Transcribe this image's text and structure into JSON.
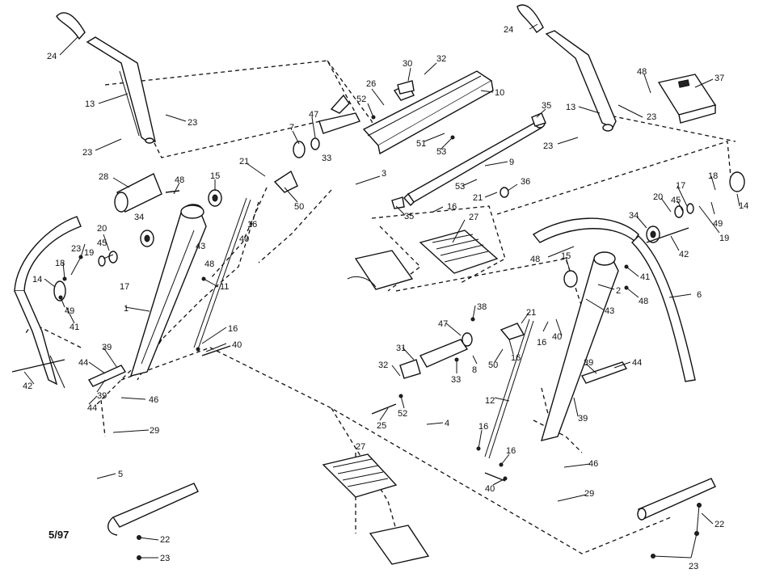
{
  "drawing": {
    "date_code": "5/97",
    "callouts": [
      {
        "id": "c1",
        "text": "24"
      },
      {
        "id": "c2",
        "text": "13"
      },
      {
        "id": "c3",
        "text": "23"
      },
      {
        "id": "c4",
        "text": "23"
      },
      {
        "id": "c5",
        "text": "28"
      },
      {
        "id": "c6",
        "text": "48"
      },
      {
        "id": "c7",
        "text": "15"
      },
      {
        "id": "c8",
        "text": "34"
      },
      {
        "id": "c9",
        "text": "21"
      },
      {
        "id": "c10",
        "text": "16"
      },
      {
        "id": "c11",
        "text": "40"
      },
      {
        "id": "c12",
        "text": "43"
      },
      {
        "id": "c13",
        "text": "48"
      },
      {
        "id": "c14",
        "text": "7"
      },
      {
        "id": "c15",
        "text": "47"
      },
      {
        "id": "c16",
        "text": "33"
      },
      {
        "id": "c17",
        "text": "50"
      },
      {
        "id": "c18",
        "text": "30"
      },
      {
        "id": "c19",
        "text": "32"
      },
      {
        "id": "c20",
        "text": "26"
      },
      {
        "id": "c21",
        "text": "52"
      },
      {
        "id": "c22",
        "text": "10"
      },
      {
        "id": "c23",
        "text": "51"
      },
      {
        "id": "c24",
        "text": "53"
      },
      {
        "id": "c25",
        "text": "35"
      },
      {
        "id": "c26",
        "text": "9"
      },
      {
        "id": "c27",
        "text": "3"
      },
      {
        "id": "c28",
        "text": "53"
      },
      {
        "id": "c29",
        "text": "21"
      },
      {
        "id": "c30",
        "text": "36"
      },
      {
        "id": "c31",
        "text": "16"
      },
      {
        "id": "c32",
        "text": "35"
      },
      {
        "id": "c33",
        "text": "27"
      },
      {
        "id": "c34",
        "text": "20"
      },
      {
        "id": "c35",
        "text": "23"
      },
      {
        "id": "c36",
        "text": "45"
      },
      {
        "id": "c37",
        "text": "19"
      },
      {
        "id": "c38",
        "text": "18"
      },
      {
        "id": "c39",
        "text": "17"
      },
      {
        "id": "c40",
        "text": "14"
      },
      {
        "id": "c41",
        "text": "49"
      },
      {
        "id": "c42",
        "text": "41"
      },
      {
        "id": "c43",
        "text": "1"
      },
      {
        "id": "c44",
        "text": "11"
      },
      {
        "id": "c45",
        "text": "16"
      },
      {
        "id": "c46",
        "text": "40"
      },
      {
        "id": "c47",
        "text": "42"
      },
      {
        "id": "c48",
        "text": "44"
      },
      {
        "id": "c49",
        "text": "39"
      },
      {
        "id": "c50",
        "text": "39"
      },
      {
        "id": "c51",
        "text": "44"
      },
      {
        "id": "c52",
        "text": "46"
      },
      {
        "id": "c53",
        "text": "29"
      },
      {
        "id": "c54",
        "text": "5"
      },
      {
        "id": "c55",
        "text": "24"
      },
      {
        "id": "c56",
        "text": "13"
      },
      {
        "id": "c57",
        "text": "23"
      },
      {
        "id": "c58",
        "text": "23"
      },
      {
        "id": "c59",
        "text": "48"
      },
      {
        "id": "c60",
        "text": "37"
      },
      {
        "id": "c61",
        "text": "18"
      },
      {
        "id": "c62",
        "text": "17"
      },
      {
        "id": "c63",
        "text": "20"
      },
      {
        "id": "c64",
        "text": "45"
      },
      {
        "id": "c65",
        "text": "14"
      },
      {
        "id": "c66",
        "text": "49"
      },
      {
        "id": "c67",
        "text": "19"
      },
      {
        "id": "c68",
        "text": "34"
      },
      {
        "id": "c69",
        "text": "42"
      },
      {
        "id": "c70",
        "text": "48"
      },
      {
        "id": "c71",
        "text": "15"
      },
      {
        "id": "c72",
        "text": "41"
      },
      {
        "id": "c73",
        "text": "2"
      },
      {
        "id": "c74",
        "text": "48"
      },
      {
        "id": "c75",
        "text": "43"
      },
      {
        "id": "c76",
        "text": "6"
      },
      {
        "id": "c77",
        "text": "38"
      },
      {
        "id": "c78",
        "text": "21"
      },
      {
        "id": "c79",
        "text": "47"
      },
      {
        "id": "c80",
        "text": "16"
      },
      {
        "id": "c81",
        "text": "40"
      },
      {
        "id": "c82",
        "text": "31"
      },
      {
        "id": "c83",
        "text": "16"
      },
      {
        "id": "c84",
        "text": "32"
      },
      {
        "id": "c85",
        "text": "33"
      },
      {
        "id": "c86",
        "text": "8"
      },
      {
        "id": "c87",
        "text": "50"
      },
      {
        "id": "c88",
        "text": "39"
      },
      {
        "id": "c89",
        "text": "44"
      },
      {
        "id": "c90",
        "text": "12"
      },
      {
        "id": "c91",
        "text": "39"
      },
      {
        "id": "c92",
        "text": "25"
      },
      {
        "id": "c93",
        "text": "52"
      },
      {
        "id": "c94",
        "text": "4"
      },
      {
        "id": "c95",
        "text": "16"
      },
      {
        "id": "c96",
        "text": "16"
      },
      {
        "id": "c97",
        "text": "40"
      },
      {
        "id": "c98",
        "text": "46"
      },
      {
        "id": "c99",
        "text": "29"
      },
      {
        "id": "c100",
        "text": "27"
      },
      {
        "id": "c101",
        "text": "22"
      },
      {
        "id": "c102",
        "text": "23"
      },
      {
        "id": "c103",
        "text": "22"
      },
      {
        "id": "c104",
        "text": "23"
      }
    ]
  }
}
